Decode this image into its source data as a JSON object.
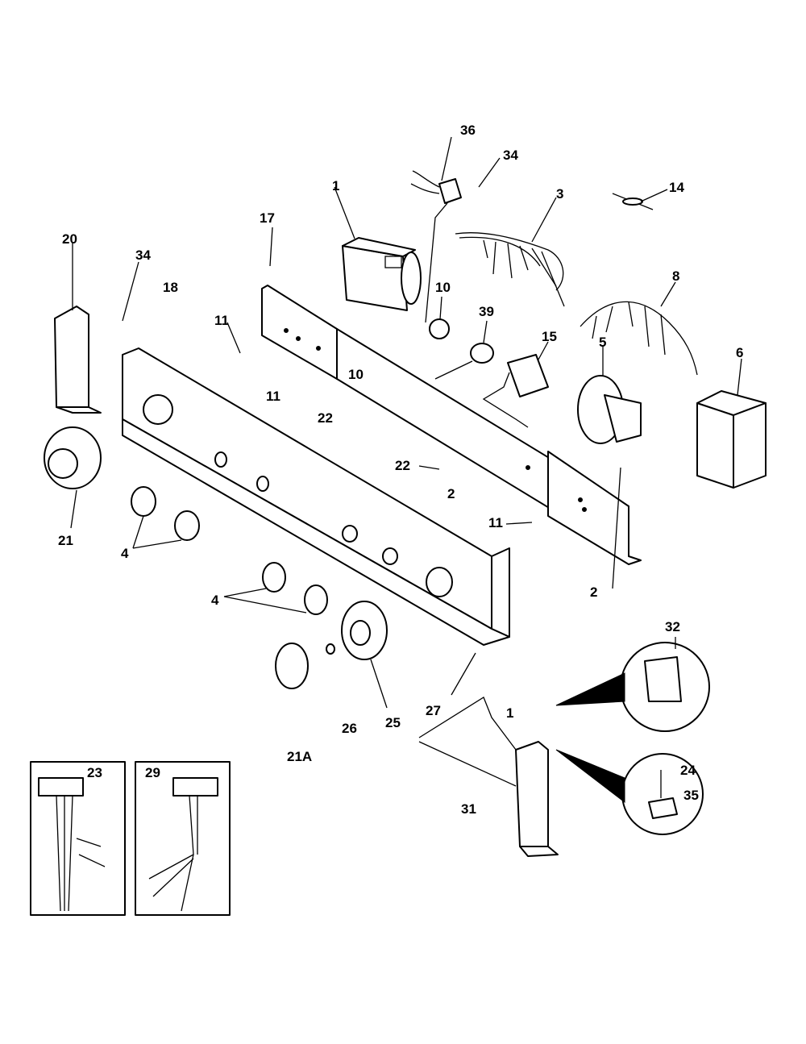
{
  "labels": {
    "p1": "1",
    "p2a": "2",
    "p2b": "2",
    "p3": "3",
    "p4a": "4",
    "p4b": "4",
    "p5": "5",
    "p6": "6",
    "p8": "8",
    "p10a": "10",
    "p10b": "10",
    "p11a": "11",
    "p11b": "11",
    "p11c": "11",
    "p14": "14",
    "p15": "15",
    "p17": "17",
    "p18": "18",
    "p20": "20",
    "p21": "21",
    "p21a": "21A",
    "p22a": "22",
    "p22b": "22",
    "p23": "23",
    "p24": "24",
    "p25": "25",
    "p26": "26",
    "p27": "27",
    "p29": "29",
    "p31": "31",
    "p32": "32",
    "p34a": "34",
    "p34b": "34",
    "p35": "35",
    "p36": "36",
    "p39": "39",
    "p1b": "1"
  }
}
